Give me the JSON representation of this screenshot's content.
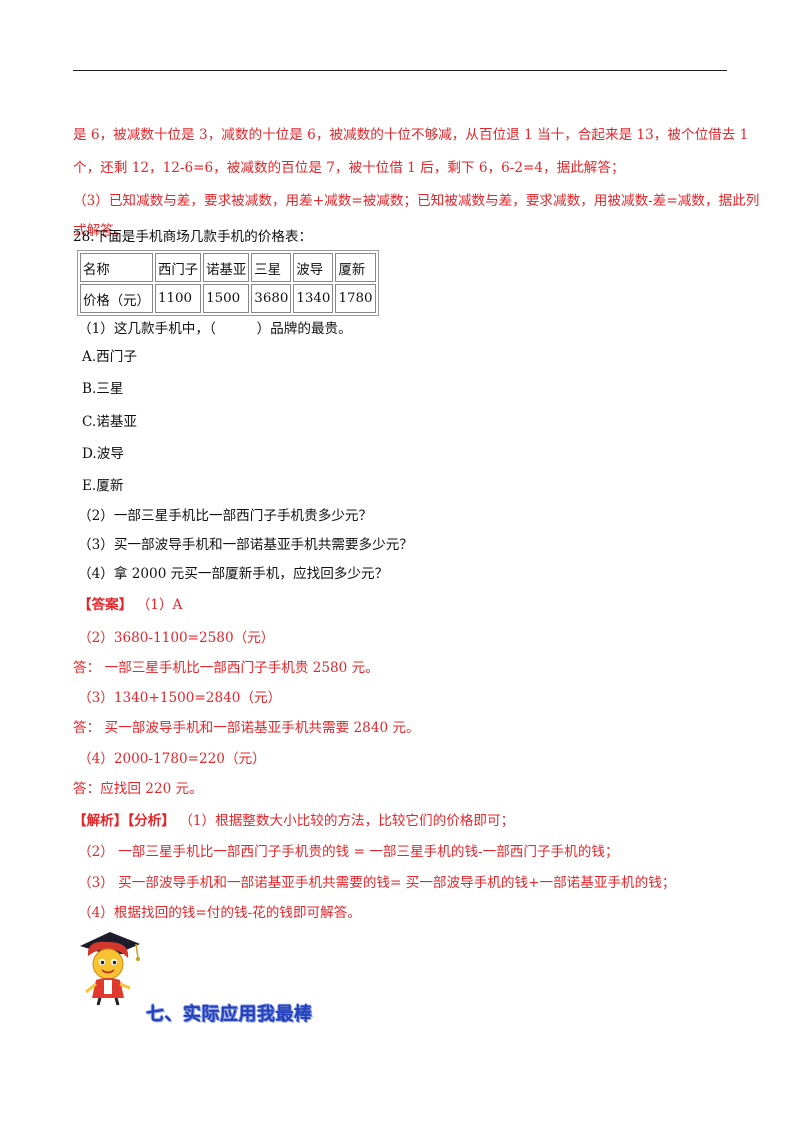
{
  "explanation_prev": {
    "line1": "是 6，被减数十位是 3，减数的十位是 6，被减数的十位不够减，从百位退 1 当十，合起来是 13，被个位借去 1",
    "line2": "个，还剩 12，12-6=6，被减数的百位是 7，被十位借 1 后，剩下 6，6-2=4，据此解答；",
    "line3": "（3）已知减数与差，要求被减数，用差+减数=被减数；已知被减数与差，要求减数，用被减数-差=减数，据此列",
    "line4": "式解答。"
  },
  "question": {
    "stem": "28.下面是手机商场几款手机的价格表：",
    "table": {
      "header_label": "名称",
      "brands": [
        "西门子",
        "诺基亚",
        "三星",
        "波导",
        "厦新"
      ],
      "row_label": "价格（元）",
      "prices": [
        "1100",
        "1500",
        "3680",
        "1340",
        "1780"
      ]
    },
    "sub1": "（1）这几款手机中，（　　　）品牌的最贵。",
    "options": [
      "A.西门子",
      "B.三星",
      "C.诺基亚",
      "D.波导",
      "E.厦新"
    ],
    "sub2": "（2）一部三星手机比一部西门子手机贵多少元？",
    "sub3": "（3）买一部波导手机和一部诺基亚手机共需要多少元？",
    "sub4": "（4）拿 2000 元买一部厦新手机，应找回多少元？"
  },
  "answer": {
    "tag": "【答案】",
    "a1": "（1）A",
    "a2": "（2）3680-1100=2580（元）",
    "a2_reply": "答：  一部三星手机比一部西门子手机贵 2580 元。",
    "a3": "（3）1340+1500=2840（元）",
    "a3_reply": "答：  买一部波导手机和一部诺基亚手机共需要 2840 元。",
    "a4": "（4）2000-1780=220（元）",
    "a4_reply": "答：应找回 220 元。"
  },
  "analysis": {
    "tag": "【解析】【分析】",
    "p1": "（1）根据整数大小比较的方法，比较它们的价格即可；",
    "p2": "（2）  一部三星手机比一部西门子手机贵的钱  = 一部三星手机的钱-一部西门子手机的钱；",
    "p3": "（3）  买一部波导手机和一部诺基亚手机共需要的钱= 买一部波导手机的钱+一部诺基亚手机的钱；",
    "p4": "（4）根据找回的钱=付的钱-花的钱即可解答。"
  },
  "section": {
    "title": "七、实际应用我最棒"
  }
}
